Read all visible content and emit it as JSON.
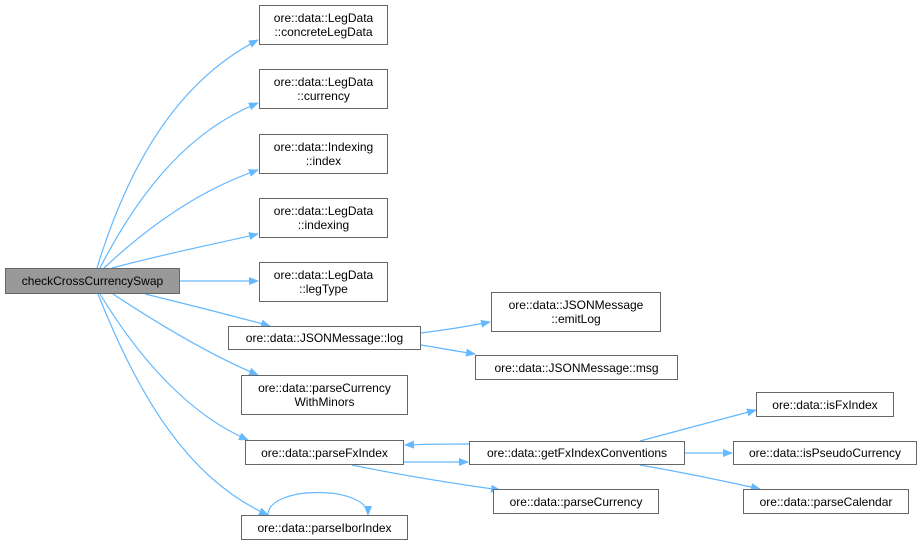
{
  "root": {
    "label": "checkCrossCurrencySwap"
  },
  "nodes": {
    "concreteLegData": {
      "line1": "ore::data::LegData",
      "line2": "::concreteLegData"
    },
    "currency": {
      "line1": "ore::data::LegData",
      "line2": "::currency"
    },
    "index": {
      "line1": "ore::data::Indexing",
      "line2": "::index"
    },
    "indexing": {
      "line1": "ore::data::LegData",
      "line2": "::indexing"
    },
    "legType": {
      "line1": "ore::data::LegData",
      "line2": "::legType"
    },
    "log": {
      "label": "ore::data::JSONMessage::log"
    },
    "parseCurrencyWithMinors": {
      "line1": "ore::data::parseCurrency",
      "line2": "WithMinors"
    },
    "parseFxIndex": {
      "label": "ore::data::parseFxIndex"
    },
    "parseIborIndex": {
      "label": "ore::data::parseIborIndex"
    },
    "emitLog": {
      "line1": "ore::data::JSONMessage",
      "line2": "::emitLog"
    },
    "msg": {
      "label": "ore::data::JSONMessage::msg"
    },
    "getFxIndexConventions": {
      "label": "ore::data::getFxIndexConventions"
    },
    "parseCurrency": {
      "label": "ore::data::parseCurrency"
    },
    "isFxIndex": {
      "label": "ore::data::isFxIndex"
    },
    "isPseudoCurrency": {
      "label": "ore::data::isPseudoCurrency"
    },
    "parseCalendar": {
      "label": "ore::data::parseCalendar"
    }
  },
  "colors": {
    "edge": "#63b8ff",
    "root_fill": "#999999",
    "border": "#666666"
  }
}
